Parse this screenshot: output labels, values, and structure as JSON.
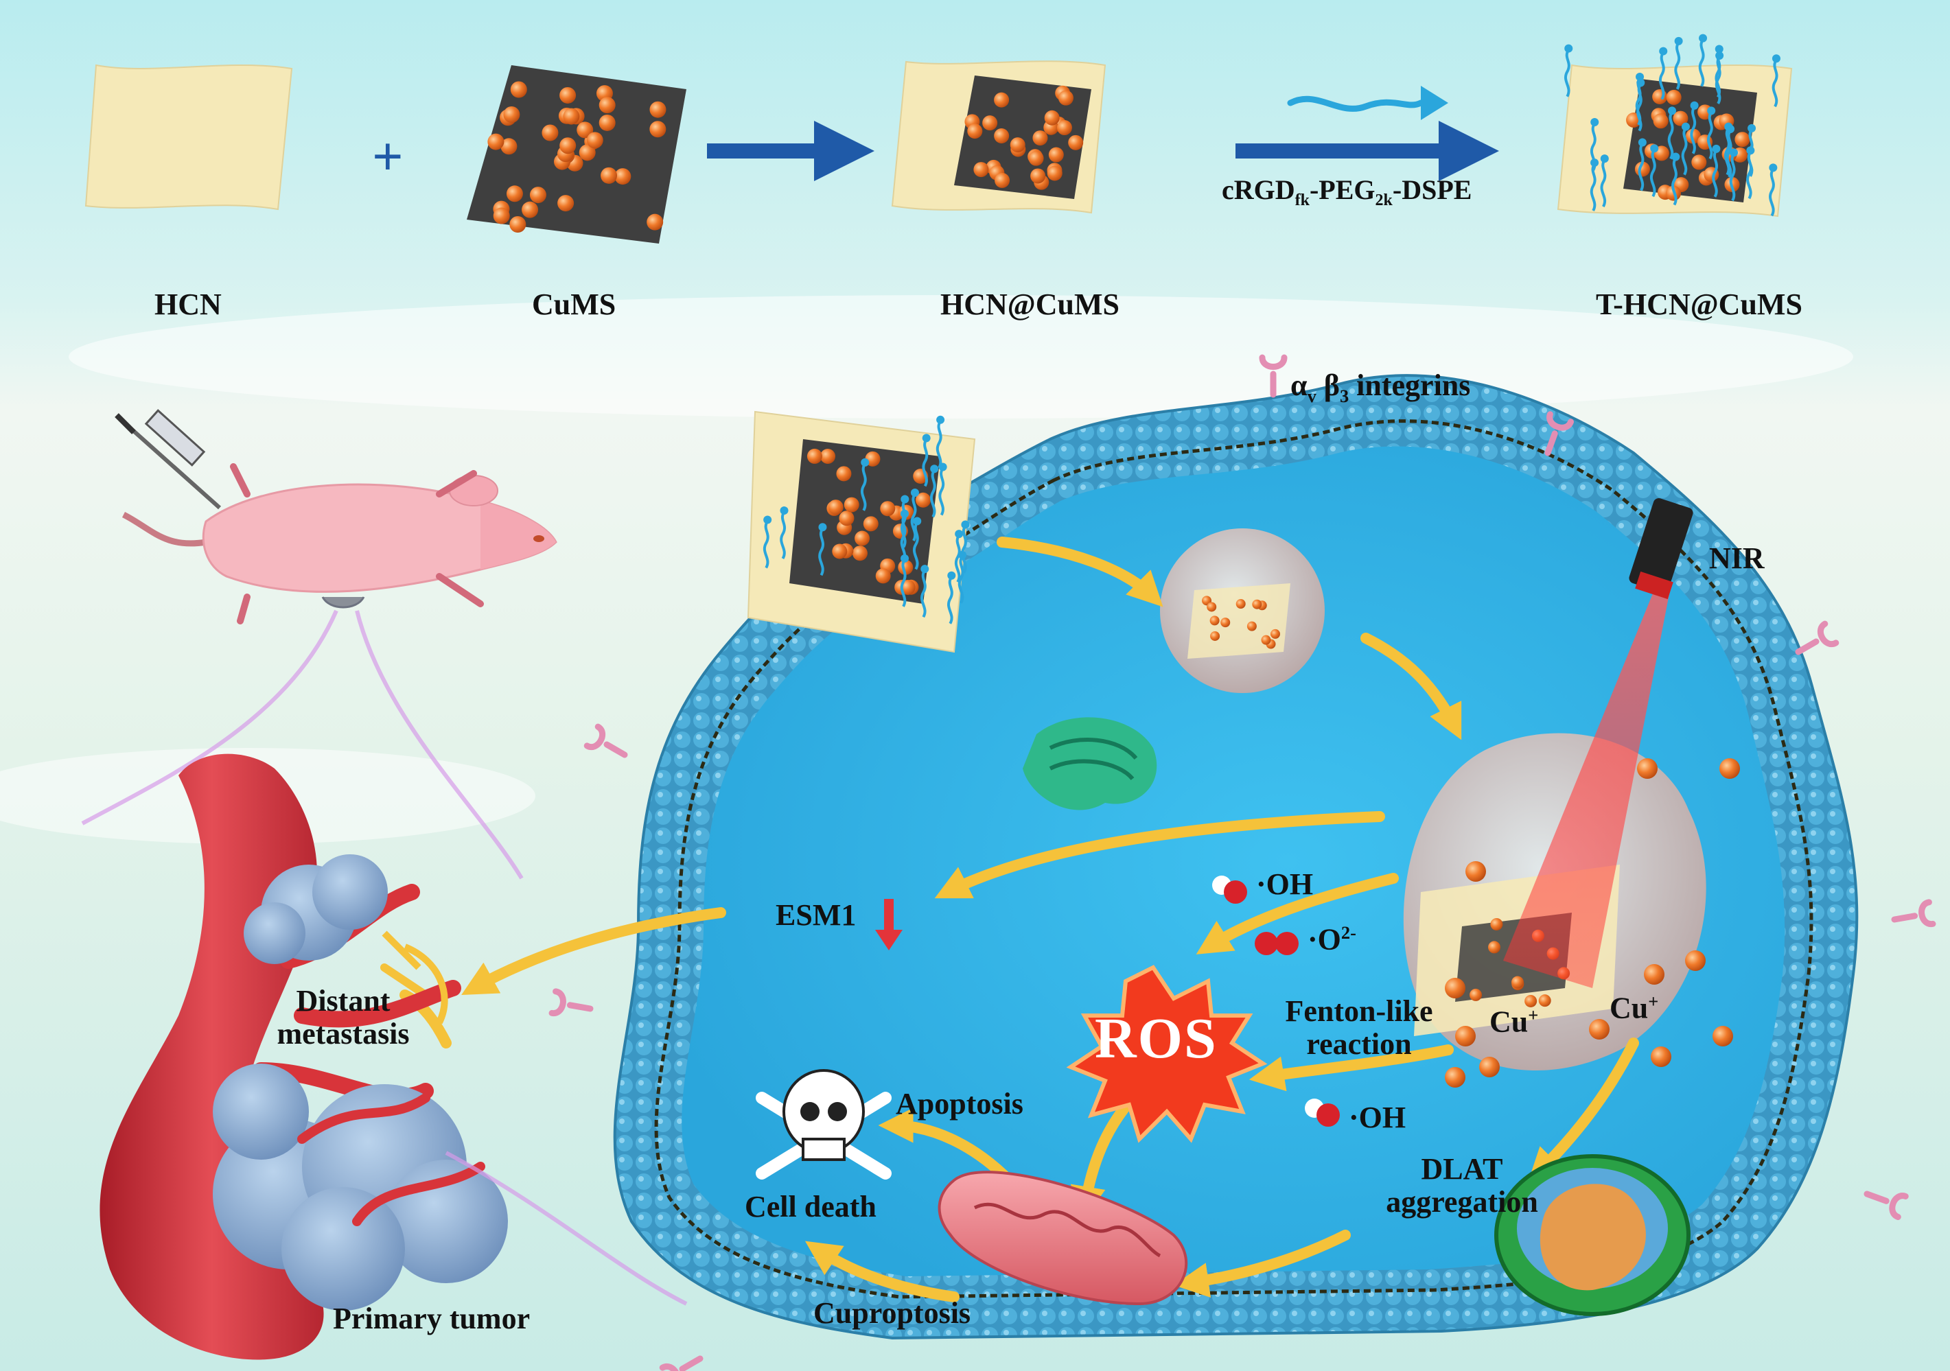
{
  "top_row": {
    "hcn": "HCN",
    "plus": "+",
    "cums": "CuMS",
    "hcn_cums": "HCN@CuMS",
    "reagent_main": "cRGD",
    "reagent_sub1": "fk",
    "reagent_mid": "-PEG",
    "reagent_sub2": "2k",
    "reagent_end": "-DSPE",
    "t_hcn_cums": "T-HCN@CuMS"
  },
  "integrin": {
    "alpha": "α",
    "alpha_sub": "v",
    "beta": "β",
    "beta_sub": "3",
    "text": "integrins"
  },
  "cell": {
    "nir": "NIR",
    "esm1": "ESM1",
    "oh_top": "·OH",
    "o2": "·O",
    "o2_sup": "2-",
    "ros": "ROS",
    "fenton_1": "Fenton-like",
    "fenton_2": "reaction",
    "cu_1": "Cu",
    "cu_1_sup": "+",
    "cu_2": "Cu",
    "cu_2_sup": "+",
    "oh_bottom": "·OH",
    "dlat_1": "DLAT",
    "dlat_2": "aggregation",
    "apoptosis": "Apoptosis",
    "cell_death": "Cell death",
    "cuproptosis": "Cuproptosis"
  },
  "tumor": {
    "distant_1": "Distant",
    "distant_2": "metastasis",
    "primary": "Primary tumor"
  },
  "colors": {
    "membrane": "#4aa8d4",
    "cytoplasm": "#35b3e8",
    "arrow_blue": "#1f5aa8",
    "arrow_yellow": "#f5c23a",
    "cu_particle": "#f07a2a",
    "vessel": "#d8343a",
    "ros_burst": "#f23a1e"
  }
}
